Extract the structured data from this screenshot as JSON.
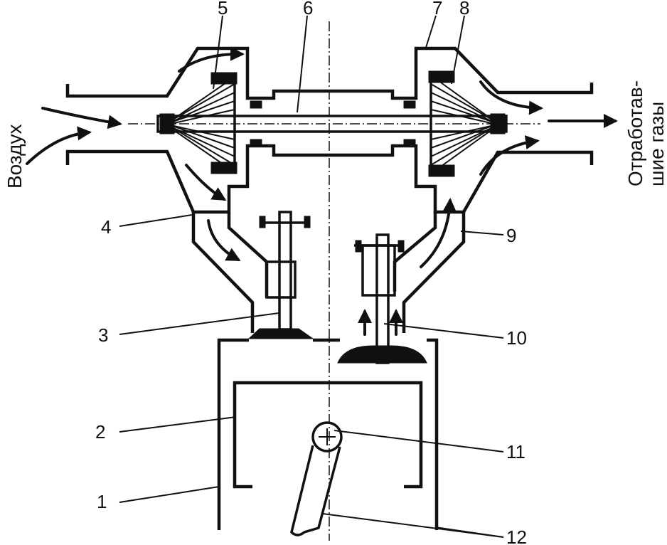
{
  "labels": {
    "l1": "1",
    "l2": "2",
    "l3": "3",
    "l4": "4",
    "l5": "5",
    "l6": "6",
    "l7": "7",
    "l8": "8",
    "l9": "9",
    "l10": "10",
    "l11": "11",
    "l12": "12"
  },
  "side_text": {
    "air": "Воздух",
    "exhaust_line1": "Отработав-",
    "exhaust_line2": "шие газы"
  }
}
